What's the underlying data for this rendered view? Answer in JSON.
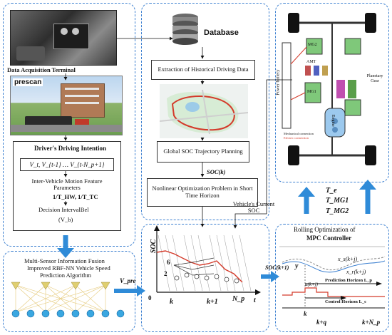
{
  "left_panel": {
    "acquisition_label": "Data Acquisition Terminal",
    "prescan_label": "prescan",
    "intention_title": "Driver's Driving Intention",
    "velocity_seq": "V_t, V_{t-1} … V_{t-N_p+1}",
    "motion_feature": "Inter-Vehicle Motion Feature Parameters",
    "motion_params": "1/T_HW, 1/T_TC",
    "decision_interval": "Decision IntervalBel",
    "decision_symbol": "(V_b)"
  },
  "middle_panel": {
    "database_label": "Database",
    "extraction_label": "Extraction of Historical Driving Data",
    "global_planning_label": "Global SOC Trajectory Planning",
    "soc_k_label": "SOC(k)",
    "nonlinear_label": "Nonlinear Optimization Problem in Short Time Horizon",
    "vehicle_soc_label": "Vehicle's Current SOC"
  },
  "right_top_panel": {
    "power_battery": "Power battery",
    "mg2": "MG2",
    "mg1": "MG1",
    "amt": "AMT",
    "planetary_gear": "Planetary Gear",
    "engine": "Engine",
    "legend_mech": "Mechanical connection",
    "legend_elec": "Electric connection"
  },
  "torque_labels": {
    "te": "T_e",
    "tmg1": "T_MG1",
    "tmg2": "T_MG2"
  },
  "bottom_left_panel": {
    "title_line1": "Multi-Sensor Information Fusion",
    "title_line2": "Improved RBF-NN Vehicle Speed",
    "title_line3": "Prediction Algorithm",
    "v_pre_label": "V_pre"
  },
  "bottom_middle_panel": {
    "y_axis": "SOC",
    "x_axis": "t",
    "origin": "0",
    "tick_k": "k",
    "tick_k1": "k+1",
    "tick_np": "N_p",
    "label_2": "2",
    "label_6": "6",
    "soc_k1_label": "SOC(k+1)"
  },
  "bottom_right_panel": {
    "title_line1": "Rolling Optimization of",
    "title_line2": "MPC Controller",
    "y_label": "y",
    "xs_label": "x_s(k+j)",
    "xr_label": "x_r(k+j)",
    "pred_horizon": "Prediction Horizon L_p",
    "u_label": "u(k+j)",
    "ctrl_horizon": "Control Horizon L_c",
    "tick_k": "k",
    "tick_kq": "k+q",
    "tick_knp": "k+N_p"
  },
  "colors": {
    "panel_border": "#3b7fd0",
    "arrow_blue": "#2f8bd8",
    "soc_red": "#d43a2a",
    "node_blue": "#3aa7e0"
  }
}
